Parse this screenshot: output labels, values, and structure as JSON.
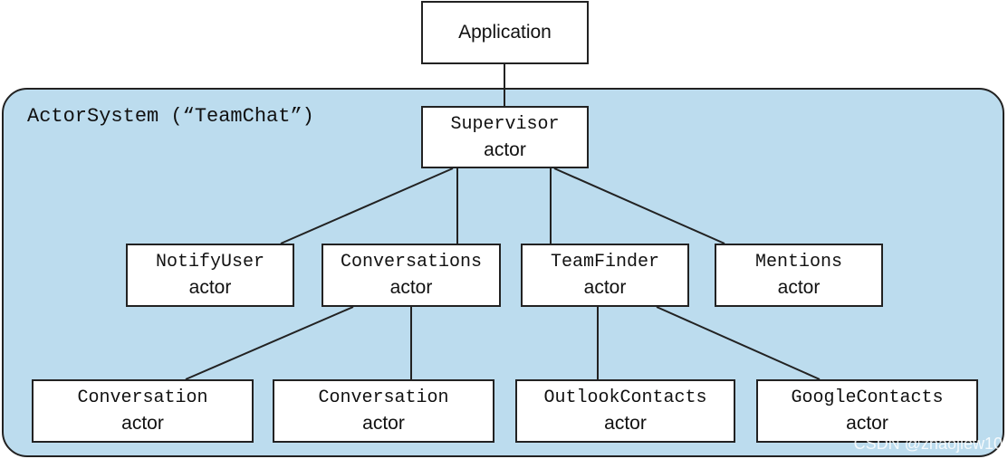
{
  "system_label": "ActorSystem (“TeamChat”)",
  "nodes": {
    "application": {
      "name": "Application"
    },
    "supervisor": {
      "name": "Supervisor",
      "kind": "actor"
    },
    "notifyuser": {
      "name": "NotifyUser",
      "kind": "actor"
    },
    "conversations": {
      "name": "Conversations",
      "kind": "actor"
    },
    "teamfinder": {
      "name": "TeamFinder",
      "kind": "actor"
    },
    "mentions": {
      "name": "Mentions",
      "kind": "actor"
    },
    "conversation1": {
      "name": "Conversation",
      "kind": "actor"
    },
    "conversation2": {
      "name": "Conversation",
      "kind": "actor"
    },
    "outlookcontacts": {
      "name": "OutlookContacts",
      "kind": "actor"
    },
    "googlecontacts": {
      "name": "GoogleContacts",
      "kind": "actor"
    }
  },
  "watermark": "CSDN @zhaojiew10",
  "colors": {
    "system_fill": "#bcdcee",
    "border": "#222222",
    "node_fill": "#ffffff"
  }
}
